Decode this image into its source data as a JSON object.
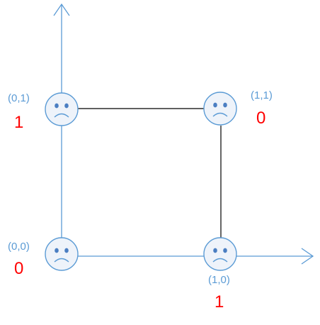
{
  "colors": {
    "axis": "#5b9bd5",
    "edge": "#000000",
    "face_fill": "#eef3fa",
    "face_stroke": "#5b9bd5",
    "eye": "#4a7ec2",
    "coord_text": "#5b9bd5",
    "value_text": "#ff0000"
  },
  "icons": {
    "node_face": "sad-face-icon"
  },
  "nodes": [
    {
      "id": "n01",
      "coord": "(0,1)",
      "value": "1"
    },
    {
      "id": "n11",
      "coord": "(1,1)",
      "value": "0"
    },
    {
      "id": "n00",
      "coord": "(0,0)",
      "value": "0"
    },
    {
      "id": "n10",
      "coord": "(1,0)",
      "value": "1"
    }
  ]
}
